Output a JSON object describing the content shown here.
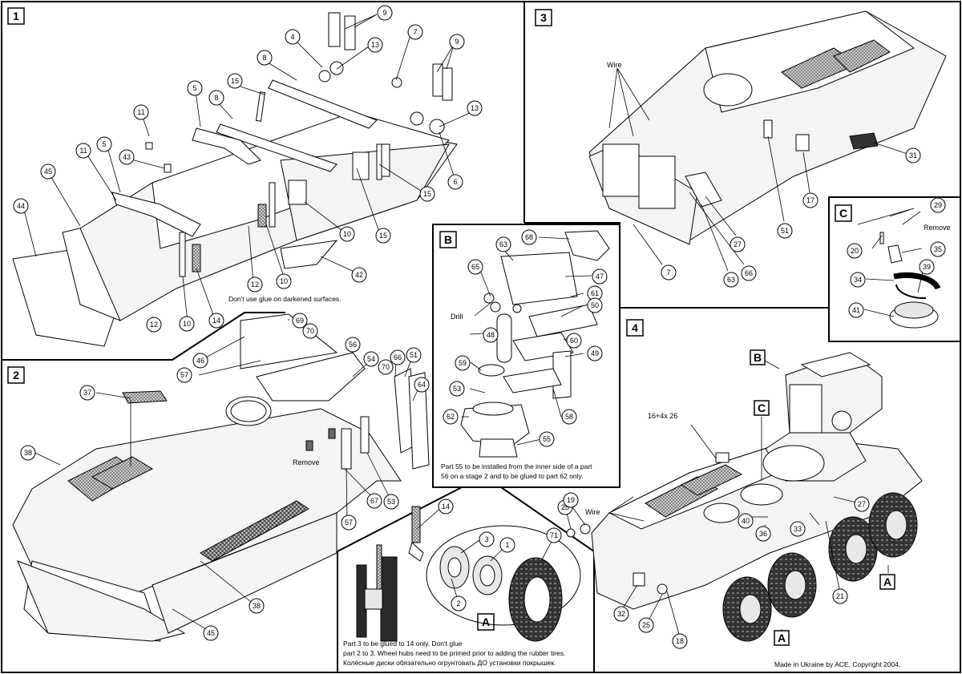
{
  "steps": {
    "s1": "1",
    "s2": "2",
    "s3": "3",
    "s4": "4",
    "B": "B",
    "C": "C",
    "A": "A"
  },
  "step4_labels": {
    "B": "B",
    "C": "C",
    "A1": "A",
    "A2": "A"
  },
  "labels": {
    "glue_warning": "Don't use glue on darkened surfaces.",
    "drill": "Drill",
    "remove_c": "Remove",
    "remove_2": "Remove",
    "wire_3": "Wire",
    "wire_4": "Wire",
    "callout_16_26": "16+4x 26",
    "note_b_1": "Part 55 to be installed from the inner side of a part",
    "note_b_2": "56 on a stage 2 and to be glued to part 62 only.",
    "note_a_1": "Part 3 to be glued to 14 only. Don't glue",
    "note_a_2": "part 2 to 3. Wheel hubs need to be primed prior to adding the rubber tires.",
    "note_a_3": "Колёсные диски обязательно огрунтовать ДО установки покрышек.",
    "copyright": "Made in Ukraine by ACE. Copyright 2004."
  },
  "callouts": {
    "p1": [
      "9",
      "7",
      "4",
      "13",
      "9",
      "8",
      "13",
      "15",
      "11",
      "5",
      "8",
      "5",
      "11",
      "43",
      "6",
      "45",
      "44",
      "15",
      "10",
      "15",
      "42",
      "12",
      "10",
      "12",
      "10",
      "14"
    ],
    "p2": [
      "69",
      "70",
      "46",
      "56",
      "54",
      "57",
      "66",
      "51",
      "70",
      "64",
      "37",
      "38",
      "53",
      "67",
      "57",
      "38",
      "45"
    ],
    "p3": [
      "31",
      "17",
      "51",
      "27",
      "7",
      "63",
      "66"
    ],
    "pb": [
      "68",
      "63",
      "65",
      "47",
      "61",
      "50",
      "48",
      "60",
      "49",
      "59",
      "53",
      "58",
      "62",
      "55"
    ],
    "pc": [
      "29",
      "20",
      "35",
      "34",
      "39",
      "41"
    ],
    "pa": [
      "14",
      "3",
      "1",
      "71",
      "2"
    ],
    "p4": [
      "25",
      "19",
      "27",
      "40",
      "36",
      "33",
      "21",
      "32",
      "25",
      "18"
    ]
  }
}
